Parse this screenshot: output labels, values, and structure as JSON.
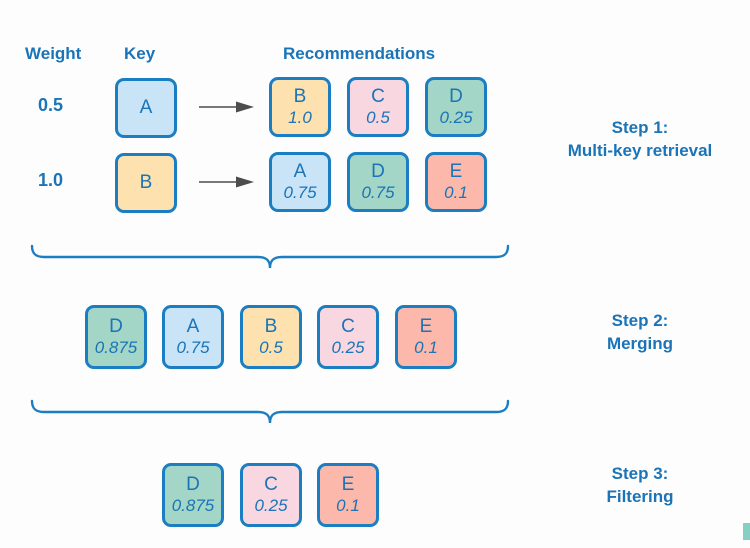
{
  "colors": {
    "text_blue": "#1a74b7",
    "border_blue": "#1b7ec2",
    "arrow_gray": "#4d4d4d",
    "corner_teal": "#85cfc3",
    "fill_blue": "#c8e4f6",
    "fill_orange": "#fde1ae",
    "fill_pink": "#f9d7e1",
    "fill_teal": "#a3d6c6",
    "fill_salmon": "#fcb9ab"
  },
  "headers": {
    "weight": "Weight",
    "key": "Key",
    "recommendations": "Recommendations"
  },
  "retrieval_rows": [
    {
      "weight": "0.5",
      "key": {
        "label": "A",
        "color": "blue"
      },
      "recommendations": [
        {
          "label": "B",
          "score": "1.0",
          "color": "orange"
        },
        {
          "label": "C",
          "score": "0.5",
          "color": "pink"
        },
        {
          "label": "D",
          "score": "0.25",
          "color": "teal"
        }
      ]
    },
    {
      "weight": "1.0",
      "key": {
        "label": "B",
        "color": "orange"
      },
      "recommendations": [
        {
          "label": "A",
          "score": "0.75",
          "color": "blue"
        },
        {
          "label": "D",
          "score": "0.75",
          "color": "teal"
        },
        {
          "label": "E",
          "score": "0.1",
          "color": "salmon"
        }
      ]
    }
  ],
  "merged_row": [
    {
      "label": "D",
      "score": "0.875",
      "color": "teal"
    },
    {
      "label": "A",
      "score": "0.75",
      "color": "blue"
    },
    {
      "label": "B",
      "score": "0.5",
      "color": "orange"
    },
    {
      "label": "C",
      "score": "0.25",
      "color": "pink"
    },
    {
      "label": "E",
      "score": "0.1",
      "color": "salmon"
    }
  ],
  "filtered_row": [
    {
      "label": "D",
      "score": "0.875",
      "color": "teal"
    },
    {
      "label": "C",
      "score": "0.25",
      "color": "pink"
    },
    {
      "label": "E",
      "score": "0.1",
      "color": "salmon"
    }
  ],
  "steps": [
    {
      "title": "Step 1:",
      "subtitle": "Multi-key retrieval"
    },
    {
      "title": "Step 2:",
      "subtitle": "Merging"
    },
    {
      "title": "Step 3:",
      "subtitle": "Filtering"
    }
  ]
}
